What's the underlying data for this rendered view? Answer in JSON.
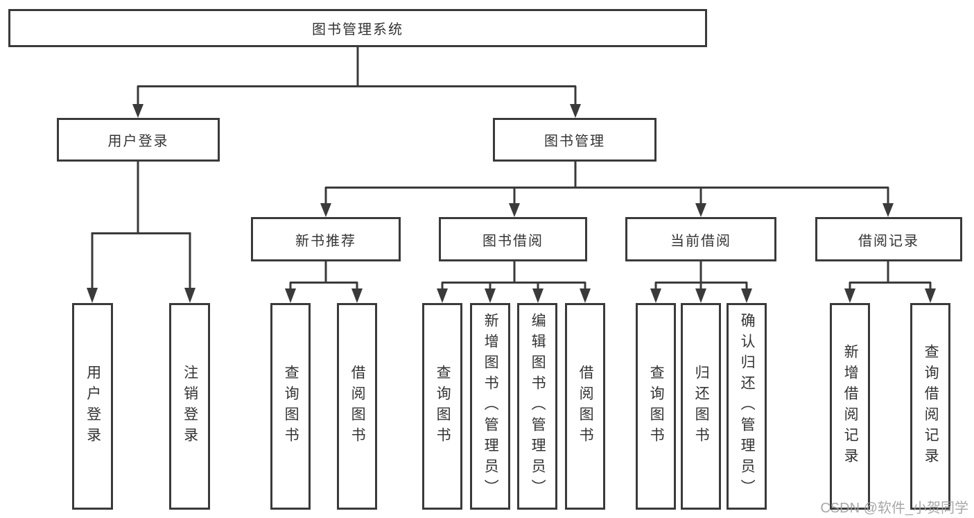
{
  "colors": {
    "line": "#3a3a3a",
    "box_border": "#3a3a3a",
    "text": "#333333",
    "background": "#ffffff",
    "watermark": "#9e9e9e"
  },
  "watermark": "CSDN @软件_小贺同学",
  "tree": {
    "root": {
      "label": "图书管理系统",
      "children": [
        {
          "label": "用户登录",
          "children": [
            {
              "label": "用户登录"
            },
            {
              "label": "注销登录"
            }
          ]
        },
        {
          "label": "图书管理",
          "children": [
            {
              "label": "新书推荐",
              "children": [
                {
                  "label": "查询图书"
                },
                {
                  "label": "借阅图书"
                }
              ]
            },
            {
              "label": "图书借阅",
              "children": [
                {
                  "label": "查询图书"
                },
                {
                  "label": "新增图书（管理员）"
                },
                {
                  "label": "编辑图书（管理员）"
                },
                {
                  "label": "借阅图书"
                }
              ]
            },
            {
              "label": "当前借阅",
              "children": [
                {
                  "label": "查询图书"
                },
                {
                  "label": "归还图书"
                },
                {
                  "label": "确认归还（管理员）"
                }
              ]
            },
            {
              "label": "借阅记录",
              "children": [
                {
                  "label": "新增借阅记录"
                },
                {
                  "label": "查询借阅记录"
                }
              ]
            }
          ]
        }
      ]
    }
  }
}
